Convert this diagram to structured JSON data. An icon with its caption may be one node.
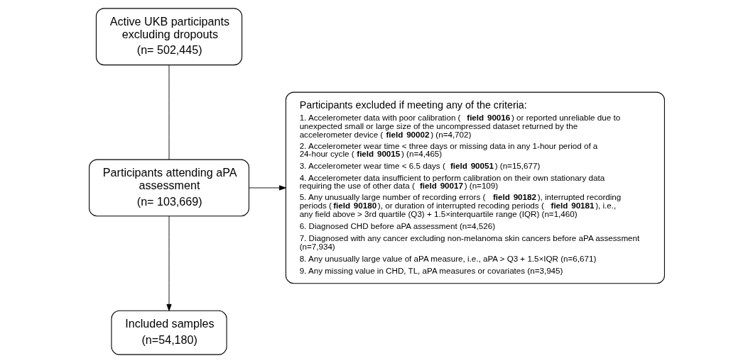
{
  "diagram": {
    "nodes": [
      {
        "text": [
          "Active UKB participants excluding dropouts",
          "(n= 502,445)"
        ]
      },
      {
        "text": [
          "Participants attending aPA assessment",
          "(n= 103,669)"
        ]
      },
      {
        "text": [
          "Included samples",
          "(n=54,180)"
        ]
      },
      {
        "text": [
          "Participants excluded if meeting any of the criteria:",
          "1. Accelerometer data with poor calibration (**field 90016**) or reported unreliable due to unexpected small or large size of the uncompressed dataset returned by the accelerometer device (**field 90002**) (n=4,702)",
          "2. Accelerometer wear time < three days or missing data in any 1-hour period of a 24-hour cycle (**field 90015**) (n=4,465)",
          "3. Accelerometer wear time < 6.5 days (**field 90051**) (n=15,677)",
          "4. Accelerometer data insufficient to perform calibration on their own stationary data requiring the use of other data (**field 90017**) (n=109)",
          "5. Any unusually large number of recording errors (**field 90182**), interrupted recording periods (**field 90180**), or duration of interrupted recoding periods (**field 90181**), i.e., any field above > 3rd quartile (Q3) + 1.5×interquartile range (IQR) (n=1,460)",
          "6. Diagnosed CHD before aPA assessment (n=4,526)",
          "7. Diagnosed with any cancer excluding non-melanoma skin cancers before aPA assessment (n=7,934)",
          "8. Any unusually large value of aPA measure, i.e., aPA > Q3 + 1.5×IQR (n=6,671)",
          "9. Any missing value in CHD, TL, aPA measures or covariates (n=3,945)"
        ]
      }
    ],
    "edges": [
      {
        "from": 0,
        "to": 1,
        "arrow": "none"
      },
      {
        "from": 1,
        "to": 2,
        "arrow": "to"
      },
      {
        "from": 1,
        "to": 3,
        "arrow": "to"
      }
    ]
  }
}
